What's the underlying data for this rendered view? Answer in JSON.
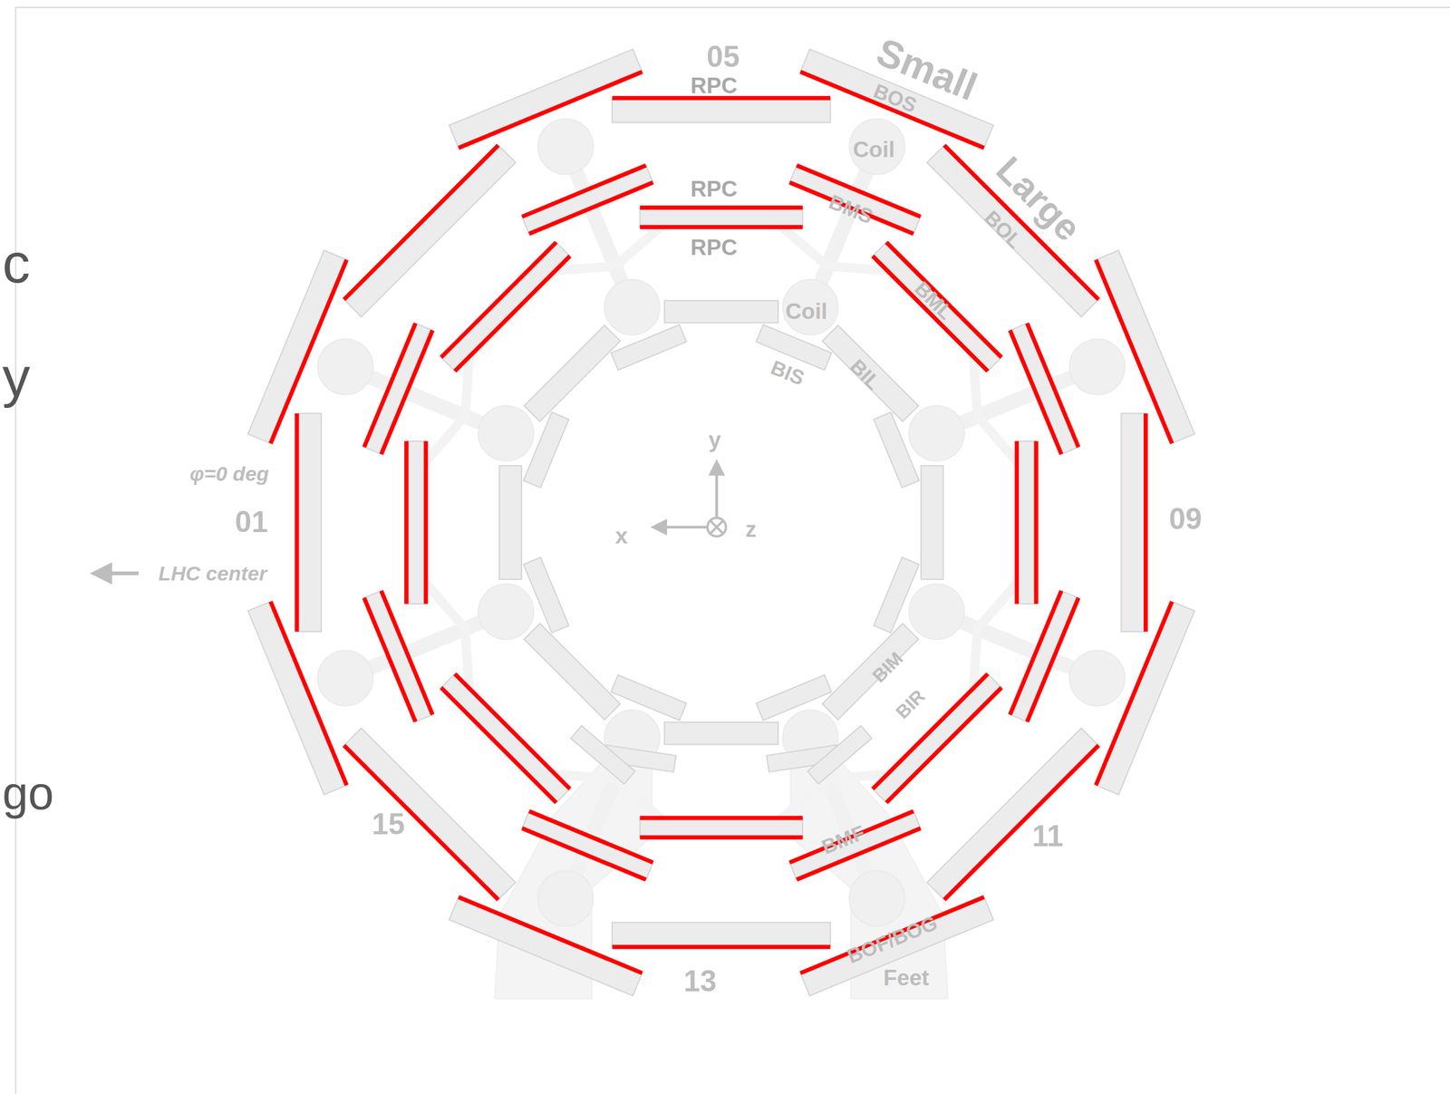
{
  "diagram": {
    "labels": [
      "05",
      "RPC",
      "Small",
      "BOS",
      "Coil",
      "Large",
      "BOL",
      "RPC",
      "c",
      "BMS",
      "RPC",
      "BML",
      "Coil",
      "y",
      "BIS",
      "BIL",
      "y",
      "φ=0 deg",
      "01",
      "x",
      "z",
      "09",
      "LHC center",
      "BIM",
      "BIR",
      "go",
      "15",
      "11",
      "BMF",
      "BOF/BOG",
      "13",
      "Feet"
    ]
  }
}
